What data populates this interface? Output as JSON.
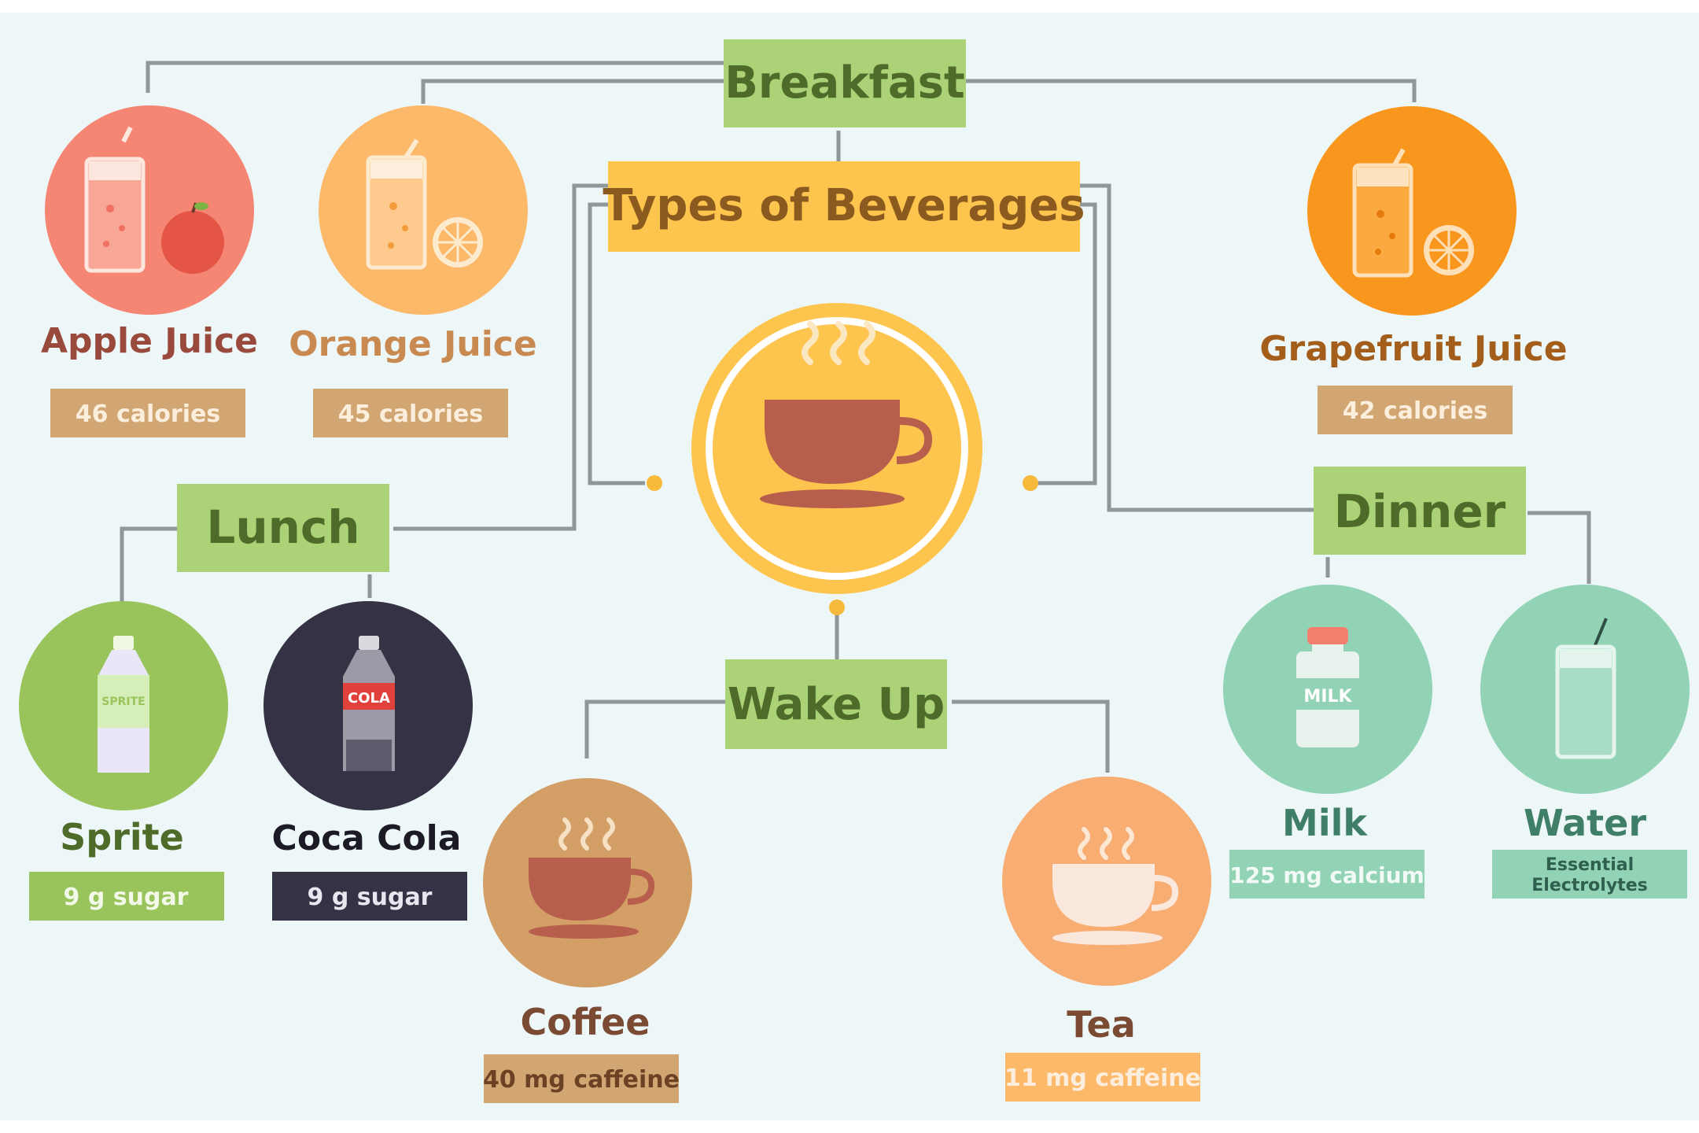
{
  "title": "Types of Beverages",
  "categories": {
    "breakfast": "Breakfast",
    "lunch": "Lunch",
    "dinner": "Dinner",
    "wake_up": "Wake Up"
  },
  "drinks": {
    "apple_juice": {
      "name": "Apple Juice",
      "info": "46 calories"
    },
    "orange_juice": {
      "name": "Orange Juice",
      "info": "45 calories"
    },
    "grapefruit_juice": {
      "name": "Grapefruit Juice",
      "info": "42 calories"
    },
    "sprite": {
      "name": "Sprite",
      "info": "9 g sugar",
      "bottle_label": "SPRITE"
    },
    "coca_cola": {
      "name": "Coca Cola",
      "info": "9 g sugar",
      "bottle_label": "COLA"
    },
    "coffee": {
      "name": "Coffee",
      "info": "40 mg caffeine"
    },
    "tea": {
      "name": "Tea",
      "info": "11 mg caffeine"
    },
    "milk": {
      "name": "Milk",
      "info": "125 mg calcium",
      "bottle_label": "MILK"
    },
    "water": {
      "name": "Water",
      "info_line1": "Essential",
      "info_line2": "Electrolytes"
    }
  },
  "colors": {
    "background": "#eef7f8",
    "connector": "#8f9799",
    "category_box": "#abd276",
    "category_text": "#4e6b2a",
    "title_box": "#fdc44e",
    "title_text": "#8b5a1f",
    "info_box": "#d1a672",
    "apple": "#f58674",
    "orange": "#fcb96a",
    "grapefruit": "#f9961d",
    "sprite": "#99c35b",
    "cola": "#353246",
    "coffee": "#d49f67",
    "tea": "#f8ad73",
    "milk": "#93d3b5",
    "water": "#93d3b5",
    "cup": "#b85e4c"
  }
}
